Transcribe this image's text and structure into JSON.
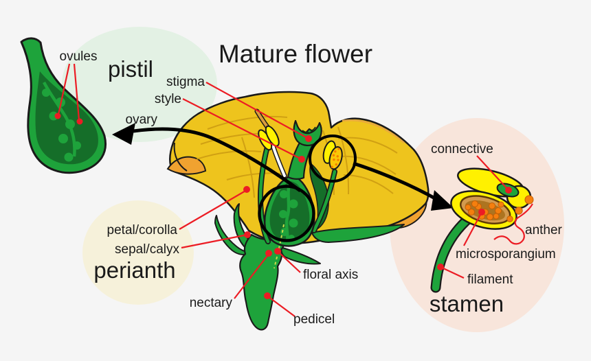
{
  "title": "Mature flower",
  "colors": {
    "background": "#f5f5f5",
    "pistil_bubble": "#e3f1e4",
    "perianth_bubble": "#f6f1da",
    "stamen_bubble": "#f8e5db",
    "petal_yellow": "#eec41d",
    "petal_orange": "#f0a230",
    "leaf_green": "#1ea33b",
    "dark_green": "#156e29",
    "anther_yellow": "#fff100",
    "pollen_orange": "#f57f0e",
    "microsporangium_tan": "#d39a4e",
    "leader_red": "#ec1c24",
    "outline_black": "#1a1a1a"
  },
  "pistil_detail": {
    "heading": "pistil",
    "ovules_label": "ovules",
    "stigma_label": "stigma",
    "style_label": "style",
    "ovary_label": "ovary"
  },
  "perianth_group": {
    "heading": "perianth",
    "petal_label": "petal/corolla",
    "sepal_label": "sepal/calyx"
  },
  "receptacle": {
    "nectary_label": "nectary",
    "floral_axis_label": "floral axis",
    "pedicel_label": "pedicel"
  },
  "stamen_detail": {
    "heading": "stamen",
    "connective_label": "connective",
    "anther_label": "anther",
    "microsporangium_label": "microsporangium",
    "filament_label": "filament"
  }
}
